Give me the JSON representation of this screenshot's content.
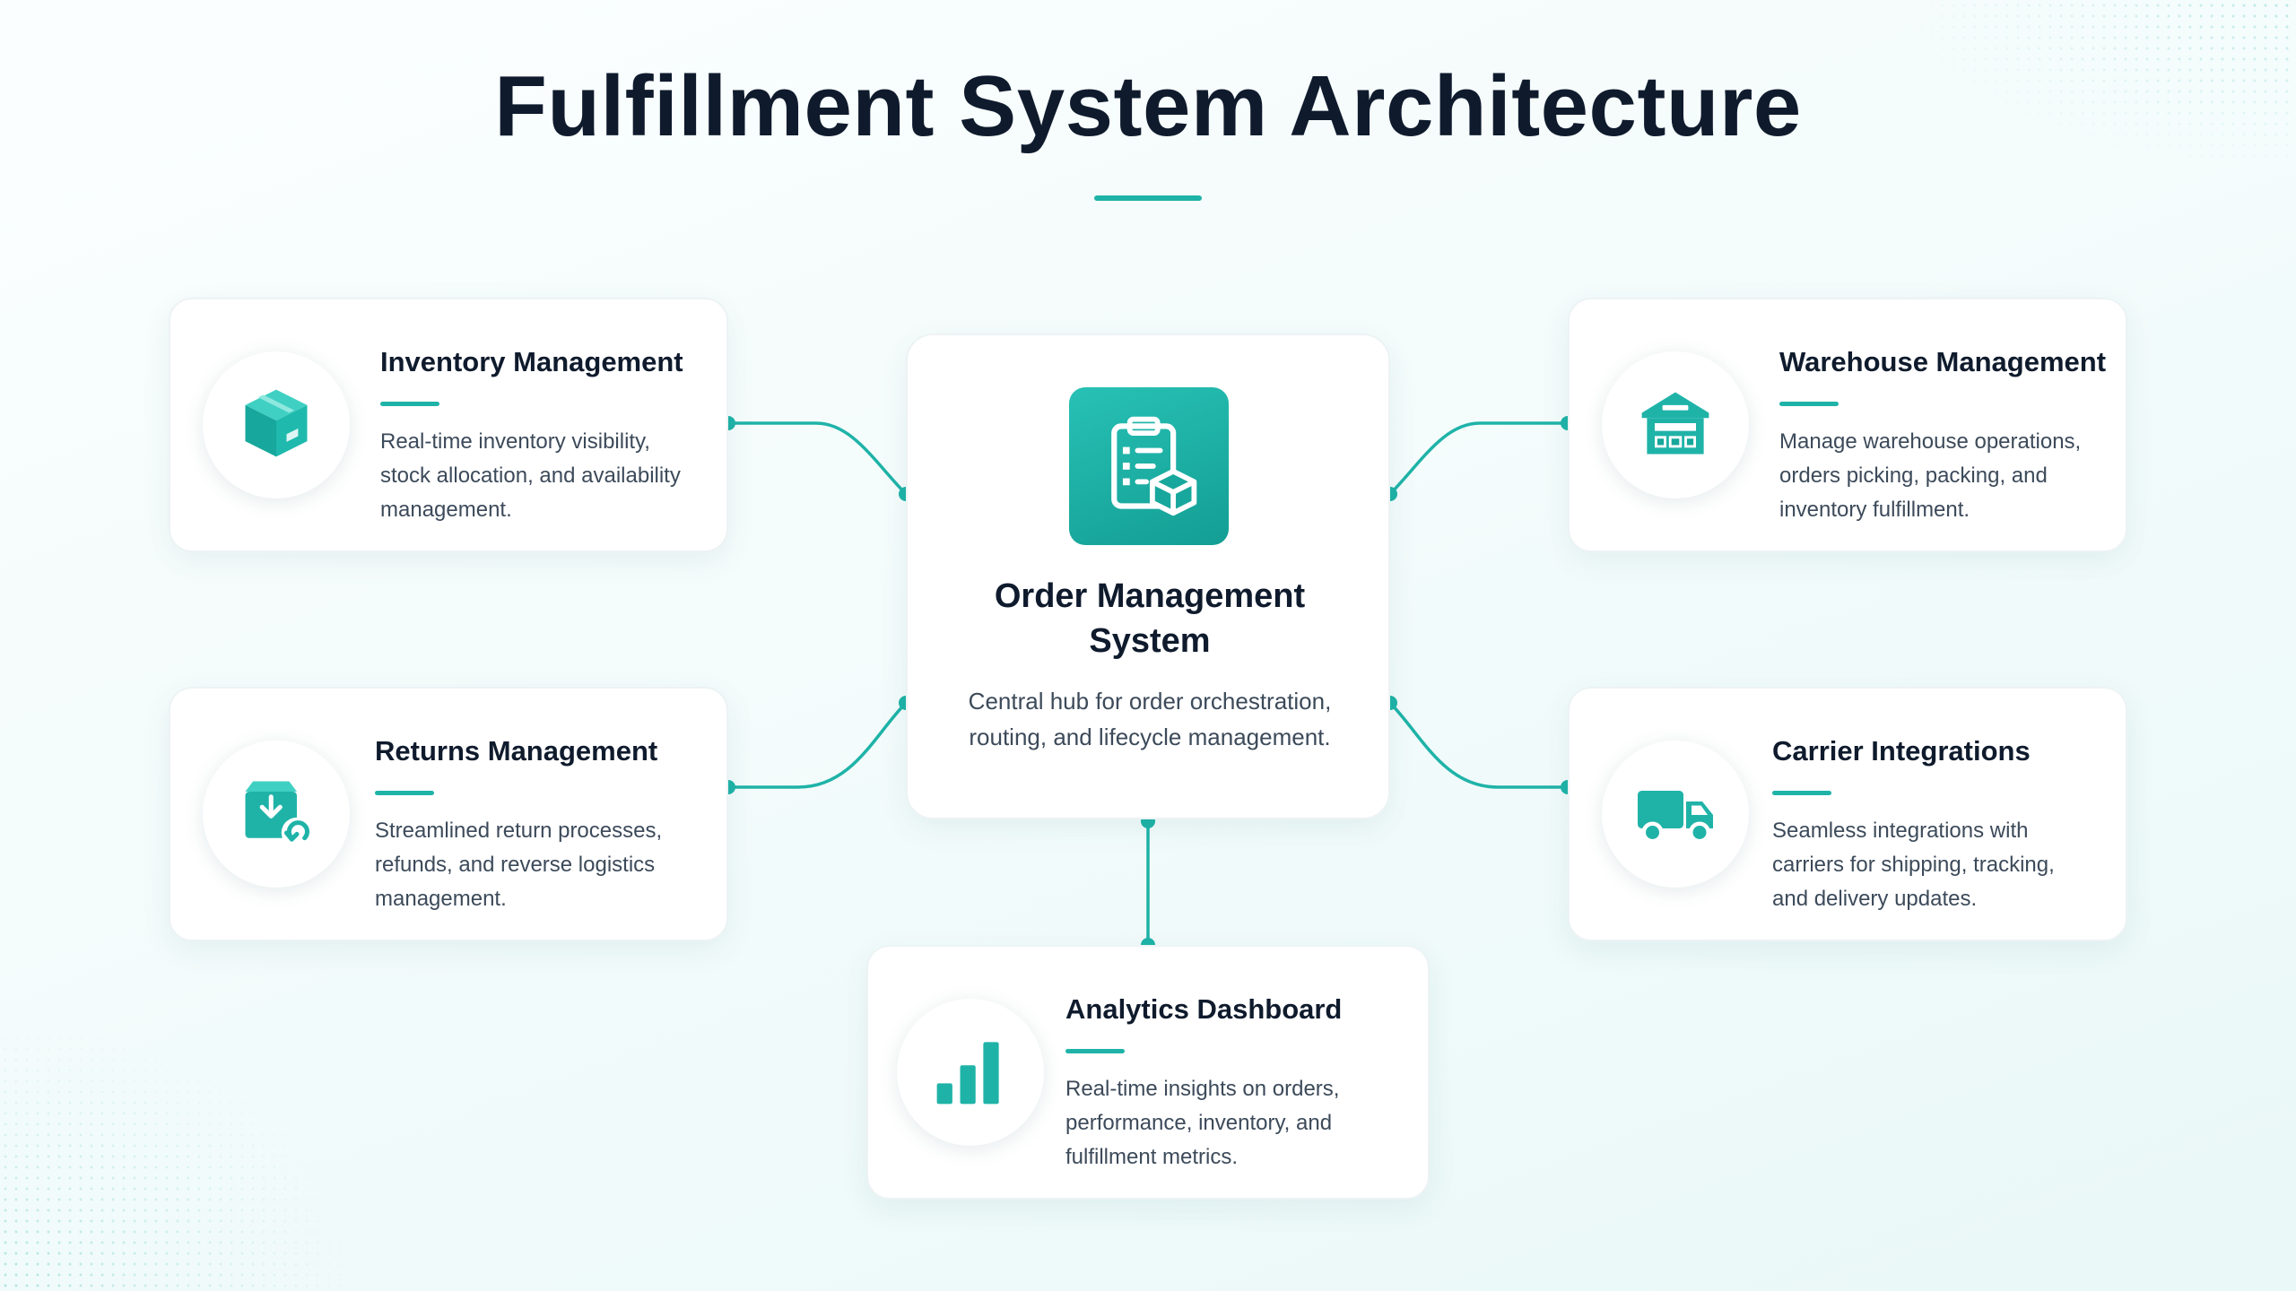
{
  "page": {
    "title": "Fulfillment System Architecture"
  },
  "center": {
    "title": "Order Management System",
    "description": "Central hub for order orchestration, routing, and lifecycle management.",
    "icon": "clipboard-box-icon"
  },
  "nodes": {
    "inventory": {
      "title": "Inventory Management",
      "description": "Real-time inventory visibility, stock allocation, and availability management.",
      "icon": "box-icon"
    },
    "warehouse": {
      "title": "Warehouse Management",
      "description": "Manage warehouse operations, orders picking, packing, and inventory fulfillment.",
      "icon": "warehouse-icon"
    },
    "returns": {
      "title": "Returns Management",
      "description": "Streamlined return processes, refunds, and reverse logistics management.",
      "icon": "return-box-icon"
    },
    "carrier": {
      "title": "Carrier Integrations",
      "description": "Seamless integrations with carriers for shipping, tracking, and delivery updates.",
      "icon": "truck-icon"
    },
    "analytics": {
      "title": "Analytics Dashboard",
      "description": "Real-time insights on orders, performance, inventory, and fulfillment metrics.",
      "icon": "bar-chart-icon"
    }
  },
  "colors": {
    "accent": "#1fb3a8",
    "heading": "#0f1b2d",
    "body_text": "#3c4a5a",
    "background": "#f2fbfb"
  }
}
